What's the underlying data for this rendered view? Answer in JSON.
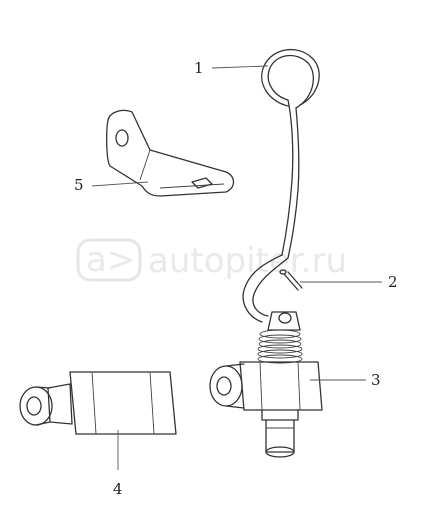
{
  "watermark": {
    "text": "autopiter.ru",
    "logo_glyph": "a>"
  },
  "callouts": [
    {
      "id": "1",
      "label": "1"
    },
    {
      "id": "2",
      "label": "2"
    },
    {
      "id": "3",
      "label": "3"
    },
    {
      "id": "4",
      "label": "4"
    },
    {
      "id": "5",
      "label": "5"
    }
  ]
}
